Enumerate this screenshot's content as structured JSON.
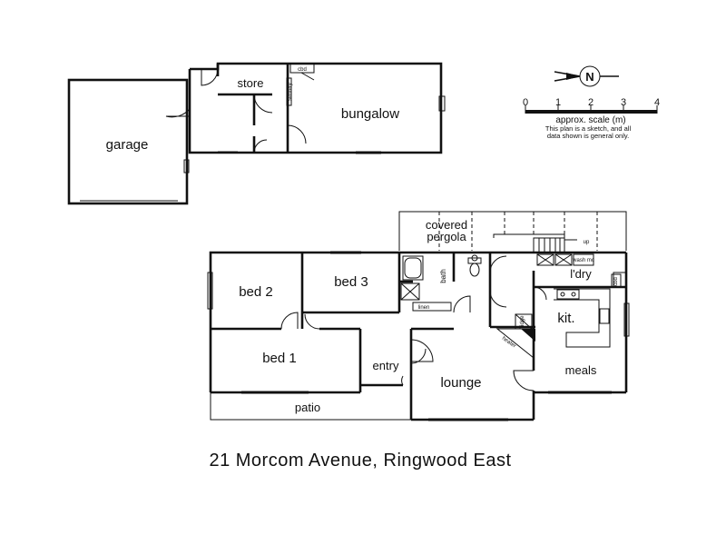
{
  "plan": {
    "address": "21 Morcom Avenue, Ringwood East",
    "rooms": {
      "garage": "garage",
      "store": "store",
      "bungalow": "bungalow",
      "cbd": "cbd",
      "servery": "servery",
      "covered_pergola_line1": "covered",
      "covered_pergola_line2": "pergola",
      "bed2": "bed 2",
      "bed3": "bed 3",
      "bed1": "bed 1",
      "bath": "bath",
      "linen": "linen",
      "laundry": "l'dry",
      "wash_machine": "wash mc",
      "kitchen": "kit.",
      "fridge": "fridge",
      "heater": "heater",
      "entry": "entry",
      "lounge": "lounge",
      "meals": "meals",
      "patio": "patio",
      "up": "up",
      "cbd_small": "cbd"
    },
    "compass_label": "N",
    "scale": {
      "ticks": [
        "0",
        "1",
        "2",
        "3",
        "4"
      ],
      "label": "approx. scale (m)",
      "disclaimer_line1": "This plan is a sketch, and all",
      "disclaimer_line2": "data shown is general only."
    }
  }
}
